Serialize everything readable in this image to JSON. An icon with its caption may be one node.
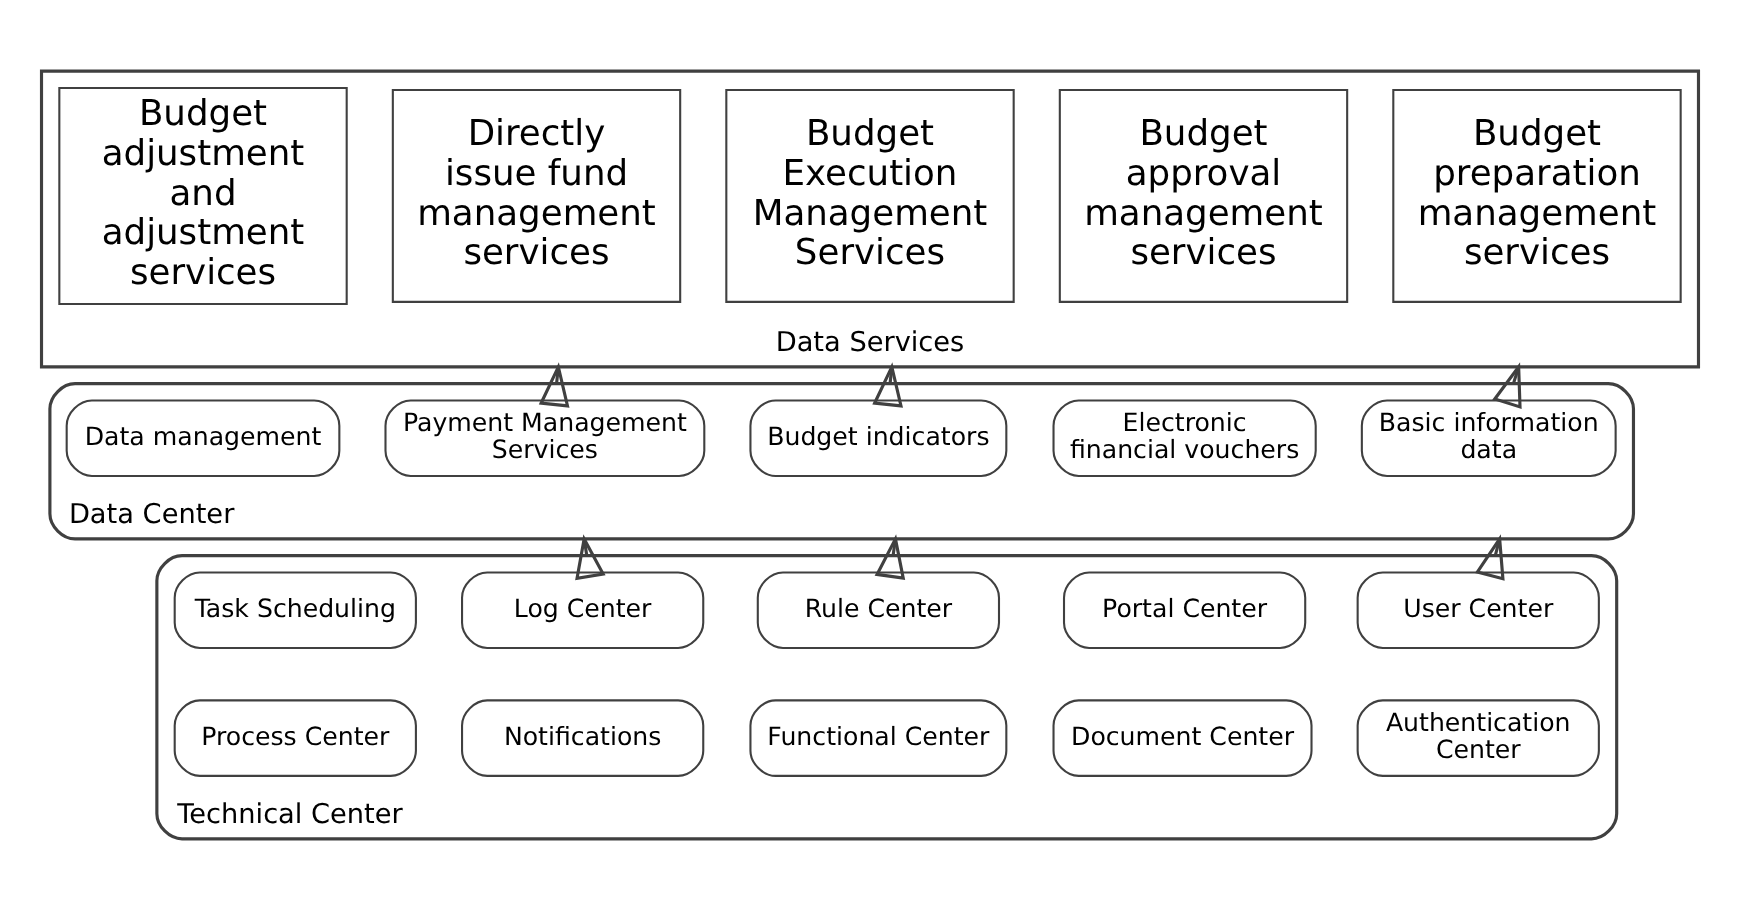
{
  "diagram": {
    "nodes": [
      {
        "text": [
          "Data Services"
        ]
      },
      {
        "text": [
          "Budget preparation management services"
        ],
        "in": 0
      },
      {
        "text": [
          "Budget approval management services"
        ],
        "in": 0
      },
      {
        "text": [
          "Budget Execution Management Services"
        ],
        "in": 0
      },
      {
        "text": [
          "Directly issue fund management services"
        ],
        "in": 0
      },
      {
        "text": [
          "Budget adjustment and adjustment services"
        ],
        "in": 0
      },
      {
        "text": [
          "Data Center"
        ]
      },
      {
        "text": [
          "Basic information data"
        ],
        "in": 6
      },
      {
        "text": [
          "Electronic financial vouchers"
        ],
        "in": 6
      },
      {
        "text": [
          "Budget indicators"
        ],
        "in": 6
      },
      {
        "text": [
          "Payment Management Services"
        ],
        "in": 6
      },
      {
        "text": [
          "Data management"
        ],
        "in": 6
      },
      {
        "text": [
          "Technical Center"
        ]
      },
      {
        "text": [
          "User Center"
        ],
        "in": 12
      },
      {
        "text": [
          "Portal Center"
        ],
        "in": 12
      },
      {
        "text": [
          "Rule Center"
        ],
        "in": 12
      },
      {
        "text": [
          "Log Center"
        ],
        "in": 12
      },
      {
        "text": [
          "Task Scheduling"
        ],
        "in": 12
      },
      {
        "text": [
          "Authentication Center"
        ],
        "in": 12
      },
      {
        "text": [
          "Document Center"
        ],
        "in": 12
      },
      {
        "text": [
          "Functional Center"
        ],
        "in": 12
      },
      {
        "text": [
          "Notifications"
        ],
        "in": 12
      },
      {
        "text": [
          "Process Center"
        ],
        "in": 12
      }
    ],
    "edges": [
      {
        "from": 6,
        "to": 0,
        "arrow": "to"
      },
      {
        "from": 6,
        "to": 0,
        "arrow": "to"
      },
      {
        "from": 6,
        "to": 0,
        "arrow": "to"
      },
      {
        "from": 12,
        "to": 6,
        "arrow": "to"
      },
      {
        "from": 12,
        "to": 6,
        "arrow": "to"
      },
      {
        "from": 12,
        "to": 6,
        "arrow": "to"
      }
    ]
  }
}
